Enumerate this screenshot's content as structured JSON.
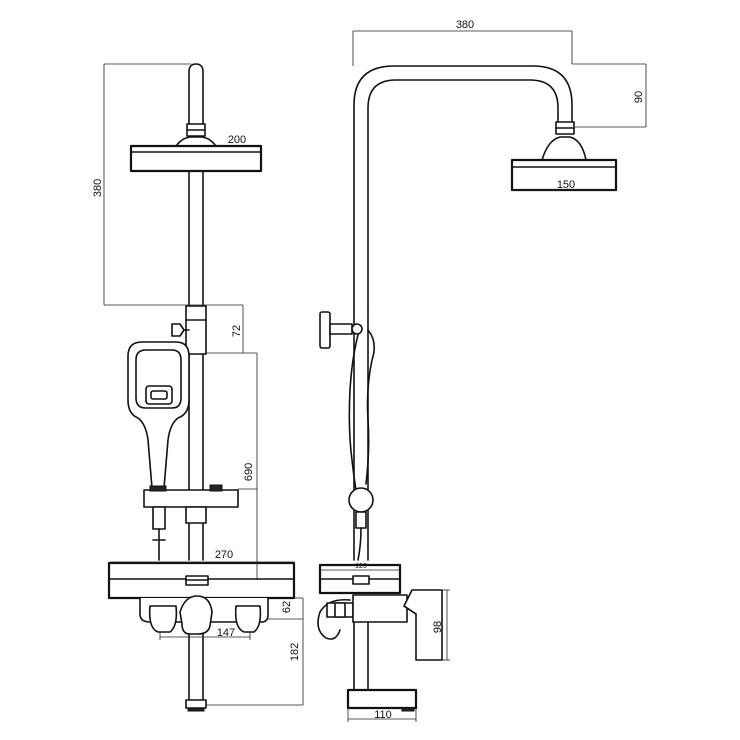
{
  "front_view": {
    "dimensions": {
      "shower_head_width": "200",
      "rail_height": "380",
      "bracket_offset": "72",
      "bar_height": "690",
      "shelf_width": "270",
      "spout_offset": "62",
      "valve_centers": "147",
      "spout_height": "182"
    }
  },
  "side_view": {
    "dimensions": {
      "arm_reach": "380",
      "arm_drop": "90",
      "head_depth": "150",
      "shelf_depth": "120",
      "valve_height": "98",
      "base_depth": "110"
    }
  }
}
